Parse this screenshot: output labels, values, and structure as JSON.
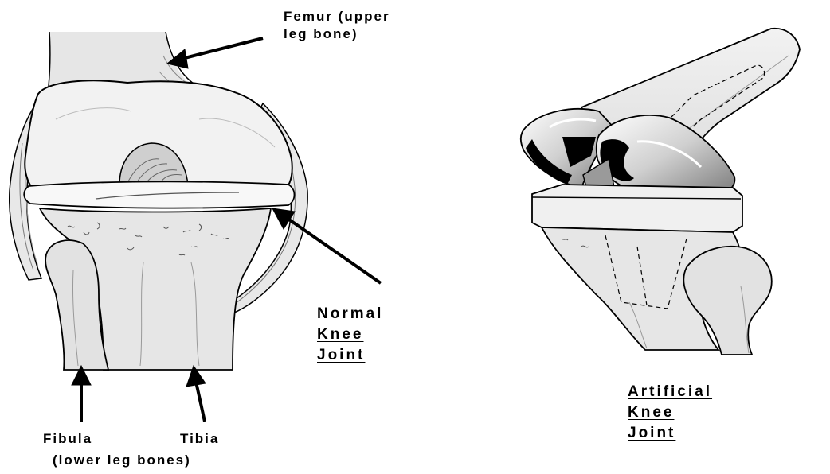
{
  "labels": {
    "femur_line1": "Femur (upper",
    "femur_line2": "leg bone)",
    "normal_line1": "Normal",
    "normal_line2": "Knee",
    "normal_line3": "Joint",
    "fibula": "Fibula",
    "tibia": "Tibia",
    "lower_leg": "(lower leg bones)",
    "artificial_line1": "Artificial",
    "artificial_line2": "Knee",
    "artificial_line3": "Joint"
  },
  "colors": {
    "bone_fill": "#e6e6e6",
    "bone_light": "#f4f4f4",
    "outline": "#000000",
    "metal_dark": "#000000",
    "metal_mid": "#9a9a9a",
    "plastic": "#f0f0f0"
  }
}
